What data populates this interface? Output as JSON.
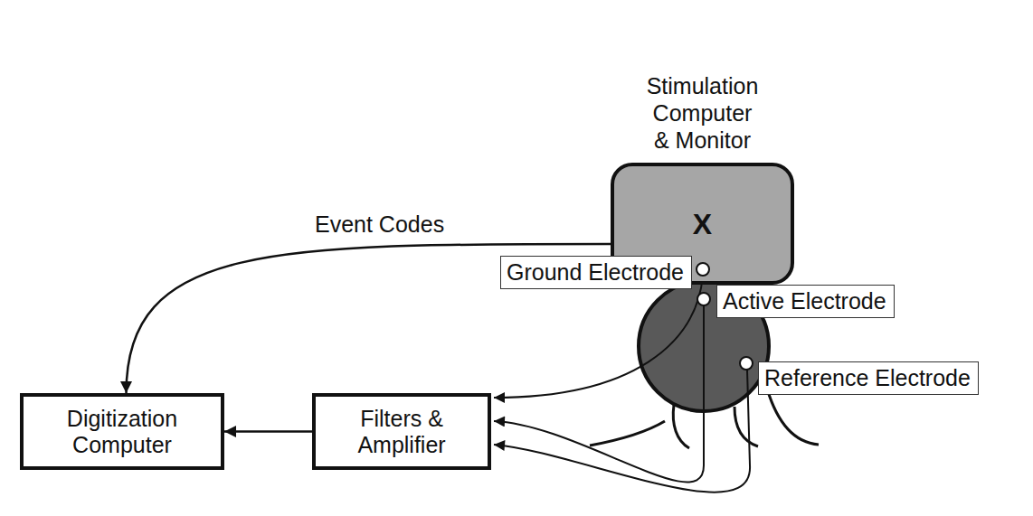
{
  "diagram": {
    "nodes": [
      {
        "text": [
          "Stimulation Computer & Monitor",
          "X"
        ]
      },
      {
        "text": [
          "Ground Electrode"
        ]
      },
      {
        "text": [
          "Active Electrode"
        ]
      },
      {
        "text": [
          "Reference Electrode"
        ]
      },
      {
        "text": [
          "Digitization Computer"
        ]
      },
      {
        "text": [
          "Filters & Amplifier"
        ]
      }
    ],
    "edges": [
      {
        "from": 0,
        "to": 4,
        "label": "Event Codes",
        "arrow": "to"
      },
      {
        "from": 5,
        "to": 4,
        "arrow": "to"
      }
    ]
  }
}
